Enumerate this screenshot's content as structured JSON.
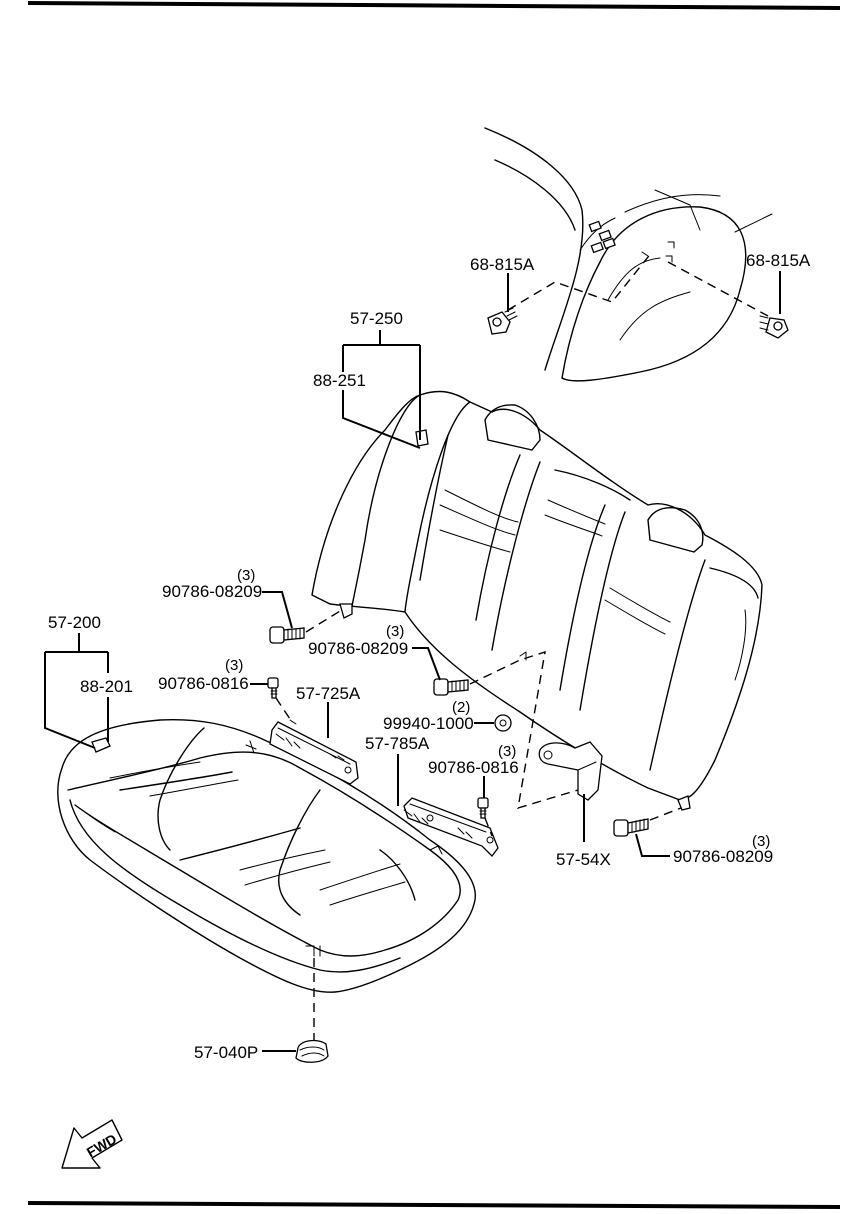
{
  "labels": {
    "p57_250": "57-250",
    "p88_251": "88-251",
    "p68_815A_left": "68-815A",
    "p68_815A_right": "68-815A",
    "p90786_08209_a": "90786-08209",
    "p90786_08209_a_qty": "(3)",
    "p90786_08209_b": "90786-08209",
    "p90786_08209_b_qty": "(3)",
    "p57_200": "57-200",
    "p88_201": "88-201",
    "p90786_0816_a": "90786-0816",
    "p90786_0816_a_qty": "(3)",
    "p57_725A": "57-725A",
    "p99940_1000": "99940-1000",
    "p99940_1000_qty": "(2)",
    "p57_785A": "57-785A",
    "p90786_0816_b": "90786-0816",
    "p90786_0816_b_qty": "(3)",
    "p57_54X": "57-54X",
    "p90786_08209_c": "90786-08209",
    "p90786_08209_c_qty": "(3)",
    "p57_040P": "57-040P"
  },
  "fwd_arrow": {
    "label": "FWD",
    "icon": "fwd-arrow-icon"
  }
}
